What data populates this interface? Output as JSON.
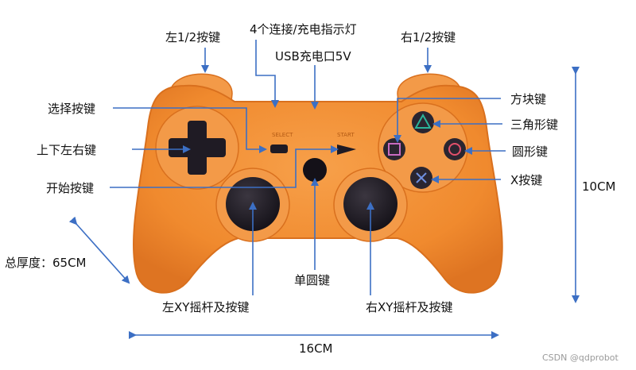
{
  "labels": {
    "l1r2": "左1/2按键",
    "leds": "4个连接/充电指示灯",
    "usb": "USB充电口5V",
    "r1r2": "右1/2按键",
    "select": "选择按键",
    "dpad": "上下左右键",
    "start": "开始按键",
    "square": "方块键",
    "triangle": "三角形键",
    "circle": "圆形键",
    "cross": "X按键",
    "height": "10CM",
    "thickness": "总厚度：65CM",
    "single": "单圆键",
    "leftStick": "左XY摇杆及按键",
    "rightStick": "右XY摇杆及按键",
    "width": "16CM"
  },
  "printed": {
    "select": "SELECT",
    "start": "START"
  },
  "watermark": "CSDN @qdprobot",
  "colors": {
    "body": "#f08a2e",
    "bodyShade": "#d9701e",
    "arrow": "#3c6fc4",
    "stick": "#1f1b24",
    "triangle": "#2bb39a",
    "circle": "#e2506b",
    "square": "#c86bc0",
    "cross": "#6f8fe0"
  }
}
